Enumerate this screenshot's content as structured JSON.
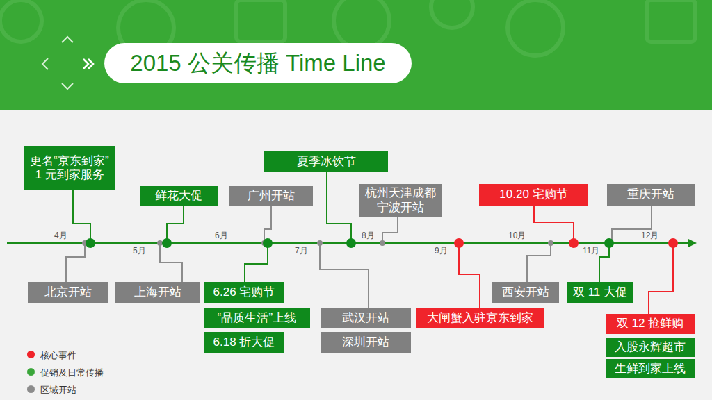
{
  "diagram": {
    "title": "2015 公关传播 Time Line",
    "nodes": [
      {
        "text": [
          "更名“京东到家”",
          "1 元到家服务"
        ]
      },
      {
        "text": [
          "北京开站"
        ]
      },
      {
        "text": [
          "鲜花大促"
        ]
      },
      {
        "text": [
          "上海开站"
        ]
      },
      {
        "text": [
          "广州开站"
        ]
      },
      {
        "text": [
          "6.26 宅购节"
        ]
      },
      {
        "text": [
          "“品质生活”上线"
        ]
      },
      {
        "text": [
          "6.18 折大促"
        ]
      },
      {
        "text": [
          "夏季冰饮节"
        ]
      },
      {
        "text": [
          "武汉开站"
        ]
      },
      {
        "text": [
          "深圳开站"
        ]
      },
      {
        "text": [
          "杭州天津成都宁波开站"
        ]
      },
      {
        "text": [
          "大闸蟹入驻京东到家"
        ]
      },
      {
        "text": [
          "10.20 宅购节"
        ]
      },
      {
        "text": [
          "西安开站"
        ]
      },
      {
        "text": [
          "重庆开站"
        ]
      },
      {
        "text": [
          "双 11 大促"
        ]
      },
      {
        "text": [
          "双 12 抢鲜购"
        ]
      },
      {
        "text": [
          "入股永辉超市"
        ]
      },
      {
        "text": [
          "生鲜到家上线"
        ]
      }
    ],
    "labels": [
      "4月",
      "5月",
      "6月",
      "7月",
      "8月",
      "9月",
      "10月",
      "11月",
      "12月"
    ],
    "legend": [
      {
        "text": "核心事件",
        "color": "#f0242b"
      },
      {
        "text": "促销及日常传播",
        "color": "#3aa63a"
      },
      {
        "text": "区域开站",
        "color": "#8c8c8c"
      }
    ]
  }
}
